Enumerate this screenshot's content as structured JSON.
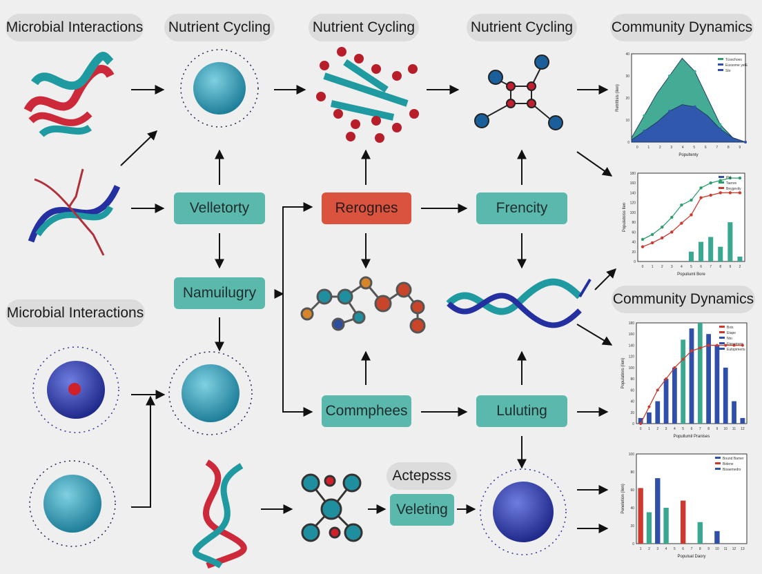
{
  "headers": {
    "microbial_top": "Microbial Interactions",
    "nutrient_1": "Nutrient Cycling",
    "nutrient_2": "Nutrient Cycling",
    "nutrient_3": "Nutrient Cycling",
    "community_top": "Community Dynamics",
    "microbial_mid": "Microbial Interactions",
    "community_mid": "Community Dynamics",
    "actepsss": "Actepsss"
  },
  "nodes": {
    "velletorty": "Velletorty",
    "namuilugry": "Namuilugry",
    "rerognes": "Rerognes",
    "frencity": "Frencity",
    "commphees": "Commphees",
    "luluting": "Luluting",
    "veleting": "Veleting"
  },
  "colors": {
    "teal": "#5bb8ad",
    "red": "#d9533e",
    "green_series": "#2e9d6e",
    "blue_series": "#2f4fa8",
    "red_series": "#cc3a2f",
    "background": "#efefef"
  },
  "chart_data": [
    {
      "type": "area",
      "x": [
        0,
        1,
        2,
        3,
        4,
        5,
        6,
        7,
        8,
        9
      ],
      "series": [
        {
          "name": "Tcoochoes",
          "values": [
            2,
            12,
            22,
            30,
            38,
            32,
            20,
            8,
            2,
            0
          ]
        },
        {
          "name": "Eussome yetE",
          "values": [
            1,
            5,
            9,
            14,
            17,
            16,
            12,
            6,
            2,
            0
          ]
        }
      ],
      "ylim": [
        0,
        40
      ],
      "ytick_labels": [
        "0",
        "10",
        "20",
        "30",
        "40"
      ],
      "xlabel": "Popultenty",
      "ylabel": "Retrittisis (ilen)",
      "legend_extra": "Sto"
    },
    {
      "type": "bar",
      "categories": [
        "0",
        "1",
        "2",
        "3",
        "4",
        "5",
        "6",
        "7",
        "8",
        "9",
        "2"
      ],
      "series": [
        {
          "name": "Pld",
          "values": [
            0,
            0,
            0,
            0,
            0,
            20,
            40,
            50,
            30,
            80,
            10
          ]
        },
        {
          "name": "Taenre",
          "values": [
            45,
            55,
            70,
            90,
            115,
            125,
            150,
            160,
            165,
            170,
            170
          ]
        },
        {
          "name": "Beygevity",
          "values": [
            30,
            38,
            48,
            60,
            78,
            95,
            130,
            135,
            140,
            140,
            140
          ]
        }
      ],
      "ylim": [
        0,
        180
      ],
      "xlabel": "Populiuml Bore",
      "ylabel": "Populatoiss Ilen"
    },
    {
      "type": "bar",
      "categories": [
        "0",
        "1",
        "2",
        "3",
        "4",
        "5",
        "6",
        "7",
        "8",
        "9",
        "10",
        "11",
        "12"
      ],
      "series": [
        {
          "name": "Bxis",
          "values": [
            10,
            20,
            40,
            80,
            100,
            150,
            170,
            180,
            160,
            140,
            100,
            40,
            10
          ]
        },
        {
          "name": "Etape",
          "values": [
            0,
            30,
            60,
            80,
            100,
            115,
            130,
            135,
            140,
            140,
            140,
            140,
            140
          ]
        },
        {
          "name": "Nto",
          "values": [
            0,
            0,
            0,
            0,
            0,
            0,
            0,
            0,
            0,
            0,
            0,
            0,
            0
          ]
        },
        {
          "name": "Etesemers",
          "values": [
            0,
            0,
            0,
            0,
            0,
            0,
            0,
            0,
            0,
            0,
            0,
            0,
            0
          ]
        },
        {
          "name": "Eutopimerts",
          "values": [
            0,
            0,
            0,
            0,
            0,
            0,
            0,
            0,
            0,
            0,
            0,
            0,
            0
          ]
        }
      ],
      "ylim": [
        0,
        180
      ],
      "xlabel": "Popullumil Pranises",
      "ylabel": "Populatinrs (ilen)"
    },
    {
      "type": "bar",
      "categories": [
        "1",
        "2",
        "3",
        "4",
        "5",
        "6",
        "7",
        "8",
        "9",
        "10",
        "11",
        "12",
        "13"
      ],
      "series": [
        {
          "name": "Bound Bamer",
          "values": [
            62,
            0,
            0,
            0,
            0,
            48,
            0,
            0,
            0,
            0,
            0,
            0,
            0
          ]
        },
        {
          "name": "Bidene",
          "values": [
            0,
            35,
            0,
            40,
            0,
            0,
            0,
            24,
            0,
            0,
            0,
            0,
            0
          ]
        },
        {
          "name": "Bisaemedrs",
          "values": [
            0,
            0,
            73,
            0,
            0,
            0,
            0,
            0,
            0,
            14,
            0,
            0,
            0
          ]
        }
      ],
      "ylim": [
        0,
        100
      ],
      "ytick_labels": [
        "0",
        "20",
        "40",
        "60",
        "80",
        "100"
      ],
      "xlabel": "Populual Daory",
      "ylabel": "Peneletion (ilen)"
    }
  ]
}
